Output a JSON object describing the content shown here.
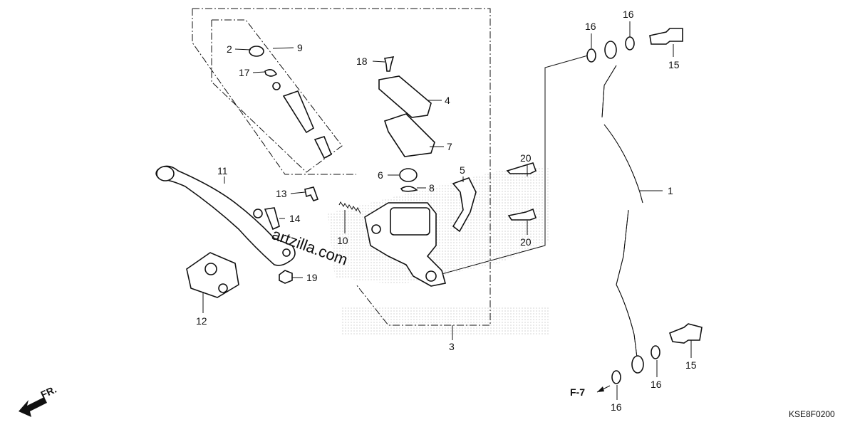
{
  "callouts": {
    "c1": "1",
    "c2": "2",
    "c3": "3",
    "c4": "4",
    "c5": "5",
    "c6": "6",
    "c7": "7",
    "c8": "8",
    "c9": "9",
    "c10": "10",
    "c11": "11",
    "c12": "12",
    "c13": "13",
    "c14": "14",
    "c15a": "15",
    "c15b": "15",
    "c16a": "16",
    "c16b": "16",
    "c16c": "16",
    "c16d": "16",
    "c17": "17",
    "c18": "18",
    "c19": "19",
    "c20a": "20",
    "c20b": "20"
  },
  "reference": "F-7",
  "direction": "FR.",
  "diagram_code": "KSE8F0200",
  "watermark": "artzilla.com"
}
